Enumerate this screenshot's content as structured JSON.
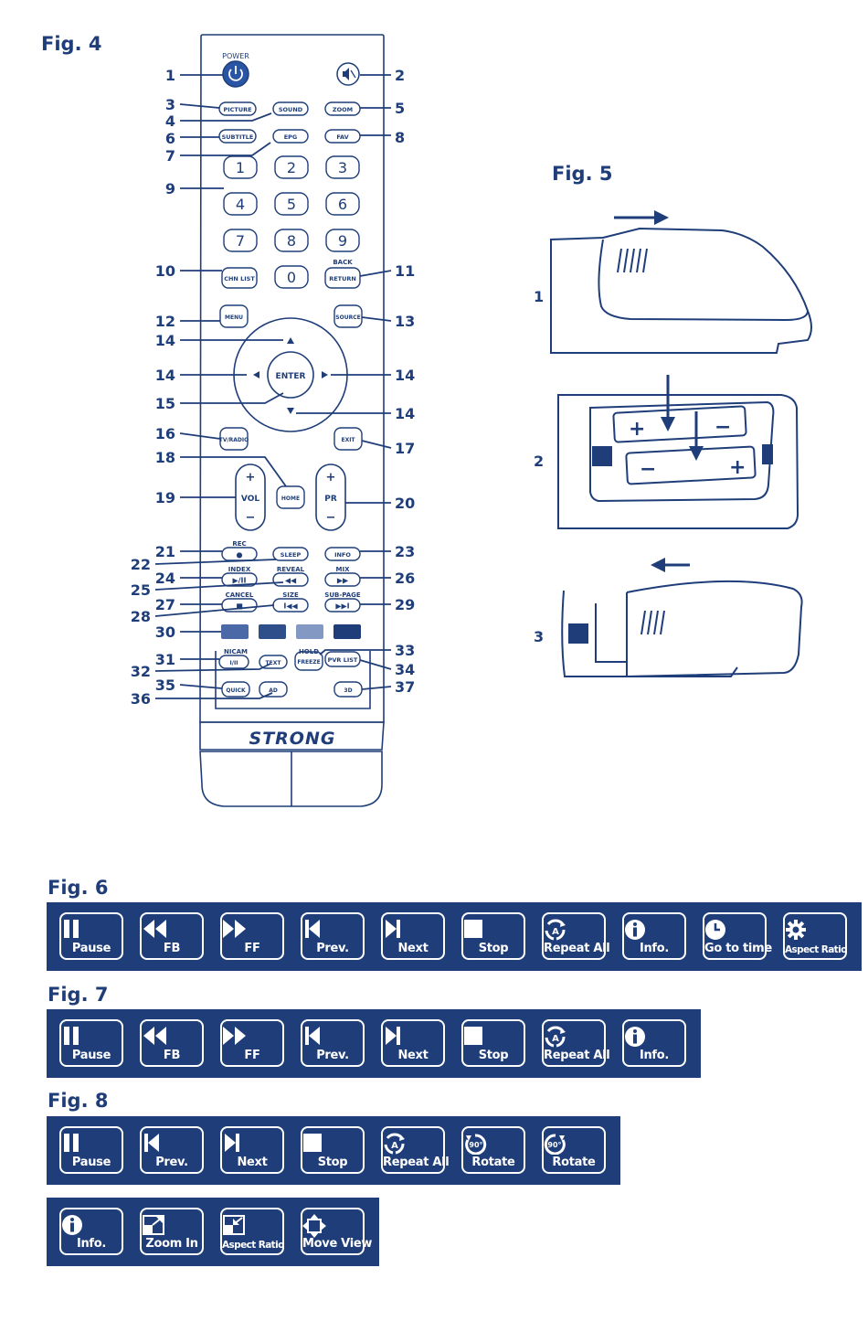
{
  "fig4": {
    "title": "Fig. 4",
    "remote_buttons": {
      "power": "POWER",
      "picture": "PICTURE",
      "sound": "SOUND",
      "zoom": "ZOOM",
      "subtitle": "SUBTITLE",
      "epg": "EPG",
      "fav": "FAV",
      "digits": [
        "1",
        "2",
        "3",
        "4",
        "5",
        "6",
        "7",
        "8",
        "9",
        "0"
      ],
      "chn_list": "CHN LIST",
      "back": "BACK",
      "return": "RETURN",
      "menu": "MENU",
      "source": "SOURCE",
      "enter": "ENTER",
      "tv_radio": "TV/RADIO",
      "exit": "EXIT",
      "home": "HOME",
      "vol": "VOL",
      "pr": "PR",
      "plus": "+",
      "minus": "−",
      "rec": "REC",
      "sleep": "SLEEP",
      "info": "INFO",
      "index": "INDEX",
      "reveal": "REVEAL",
      "mix": "MIX",
      "cancel": "CANCEL",
      "size": "SIZE",
      "sub_page": "SUB-PAGE",
      "nicam": "NICAM",
      "i_ii": "I/II",
      "text": "TEXT",
      "hold": "HOLD",
      "freeze": "FREEZE",
      "pvr_list": "PVR LIST",
      "quick": "QUICK",
      "ad": "AD",
      "three_d": "3D",
      "brand": "STRONG"
    },
    "callouts": [
      "1",
      "2",
      "3",
      "4",
      "5",
      "6",
      "7",
      "8",
      "9",
      "10",
      "11",
      "12",
      "13",
      "14",
      "14",
      "14",
      "14",
      "15",
      "16",
      "17",
      "18",
      "19",
      "20",
      "21",
      "22",
      "23",
      "24",
      "25",
      "26",
      "27",
      "28",
      "29",
      "30",
      "31",
      "32",
      "33",
      "34",
      "35",
      "36",
      "37"
    ],
    "color_keys": [
      "#4b69a6",
      "#2f4f8a",
      "#8399c3",
      "#1f3e79"
    ]
  },
  "fig5": {
    "title": "Fig. 5",
    "steps": [
      "1",
      "2",
      "3"
    ],
    "battery_signs": [
      "+",
      "−",
      "−",
      "+"
    ]
  },
  "fig6": {
    "title": "Fig. 6",
    "buttons": [
      {
        "label": "Pause",
        "icon": "pause-icon"
      },
      {
        "label": "FB",
        "icon": "fast-backward-icon"
      },
      {
        "label": "FF",
        "icon": "fast-forward-icon"
      },
      {
        "label": "Prev.",
        "icon": "previous-icon"
      },
      {
        "label": "Next",
        "icon": "next-icon"
      },
      {
        "label": "Stop",
        "icon": "stop-icon"
      },
      {
        "label": "Repeat All",
        "icon": "repeat-all-icon"
      },
      {
        "label": "Info.",
        "icon": "info-icon"
      },
      {
        "label": "Go to time",
        "icon": "clock-icon"
      },
      {
        "label": "Aspect Ratio",
        "icon": "gear-icon"
      }
    ]
  },
  "fig7": {
    "title": "Fig. 7",
    "buttons": [
      {
        "label": "Pause",
        "icon": "pause-icon"
      },
      {
        "label": "FB",
        "icon": "fast-backward-icon"
      },
      {
        "label": "FF",
        "icon": "fast-forward-icon"
      },
      {
        "label": "Prev.",
        "icon": "previous-icon"
      },
      {
        "label": "Next",
        "icon": "next-icon"
      },
      {
        "label": "Stop",
        "icon": "stop-icon"
      },
      {
        "label": "Repeat All",
        "icon": "repeat-all-icon"
      },
      {
        "label": "Info.",
        "icon": "info-icon"
      }
    ]
  },
  "fig8": {
    "title": "Fig. 8",
    "buttons_row1": [
      {
        "label": "Pause",
        "icon": "pause-icon"
      },
      {
        "label": "Prev.",
        "icon": "previous-icon"
      },
      {
        "label": "Next",
        "icon": "next-icon"
      },
      {
        "label": "Stop",
        "icon": "stop-icon"
      },
      {
        "label": "Repeat All",
        "icon": "repeat-all-icon"
      },
      {
        "label": "Rotate",
        "icon": "rotate-ccw-icon"
      },
      {
        "label": "Rotate",
        "icon": "rotate-cw-icon"
      }
    ],
    "buttons_row2": [
      {
        "label": "Info.",
        "icon": "info-icon"
      },
      {
        "label": "Zoom In",
        "icon": "zoom-in-icon"
      },
      {
        "label": "Aspect Ratio",
        "icon": "aspect-ratio-icon"
      },
      {
        "label": "Move View",
        "icon": "move-view-icon"
      }
    ],
    "rotate_mark": "90°"
  }
}
